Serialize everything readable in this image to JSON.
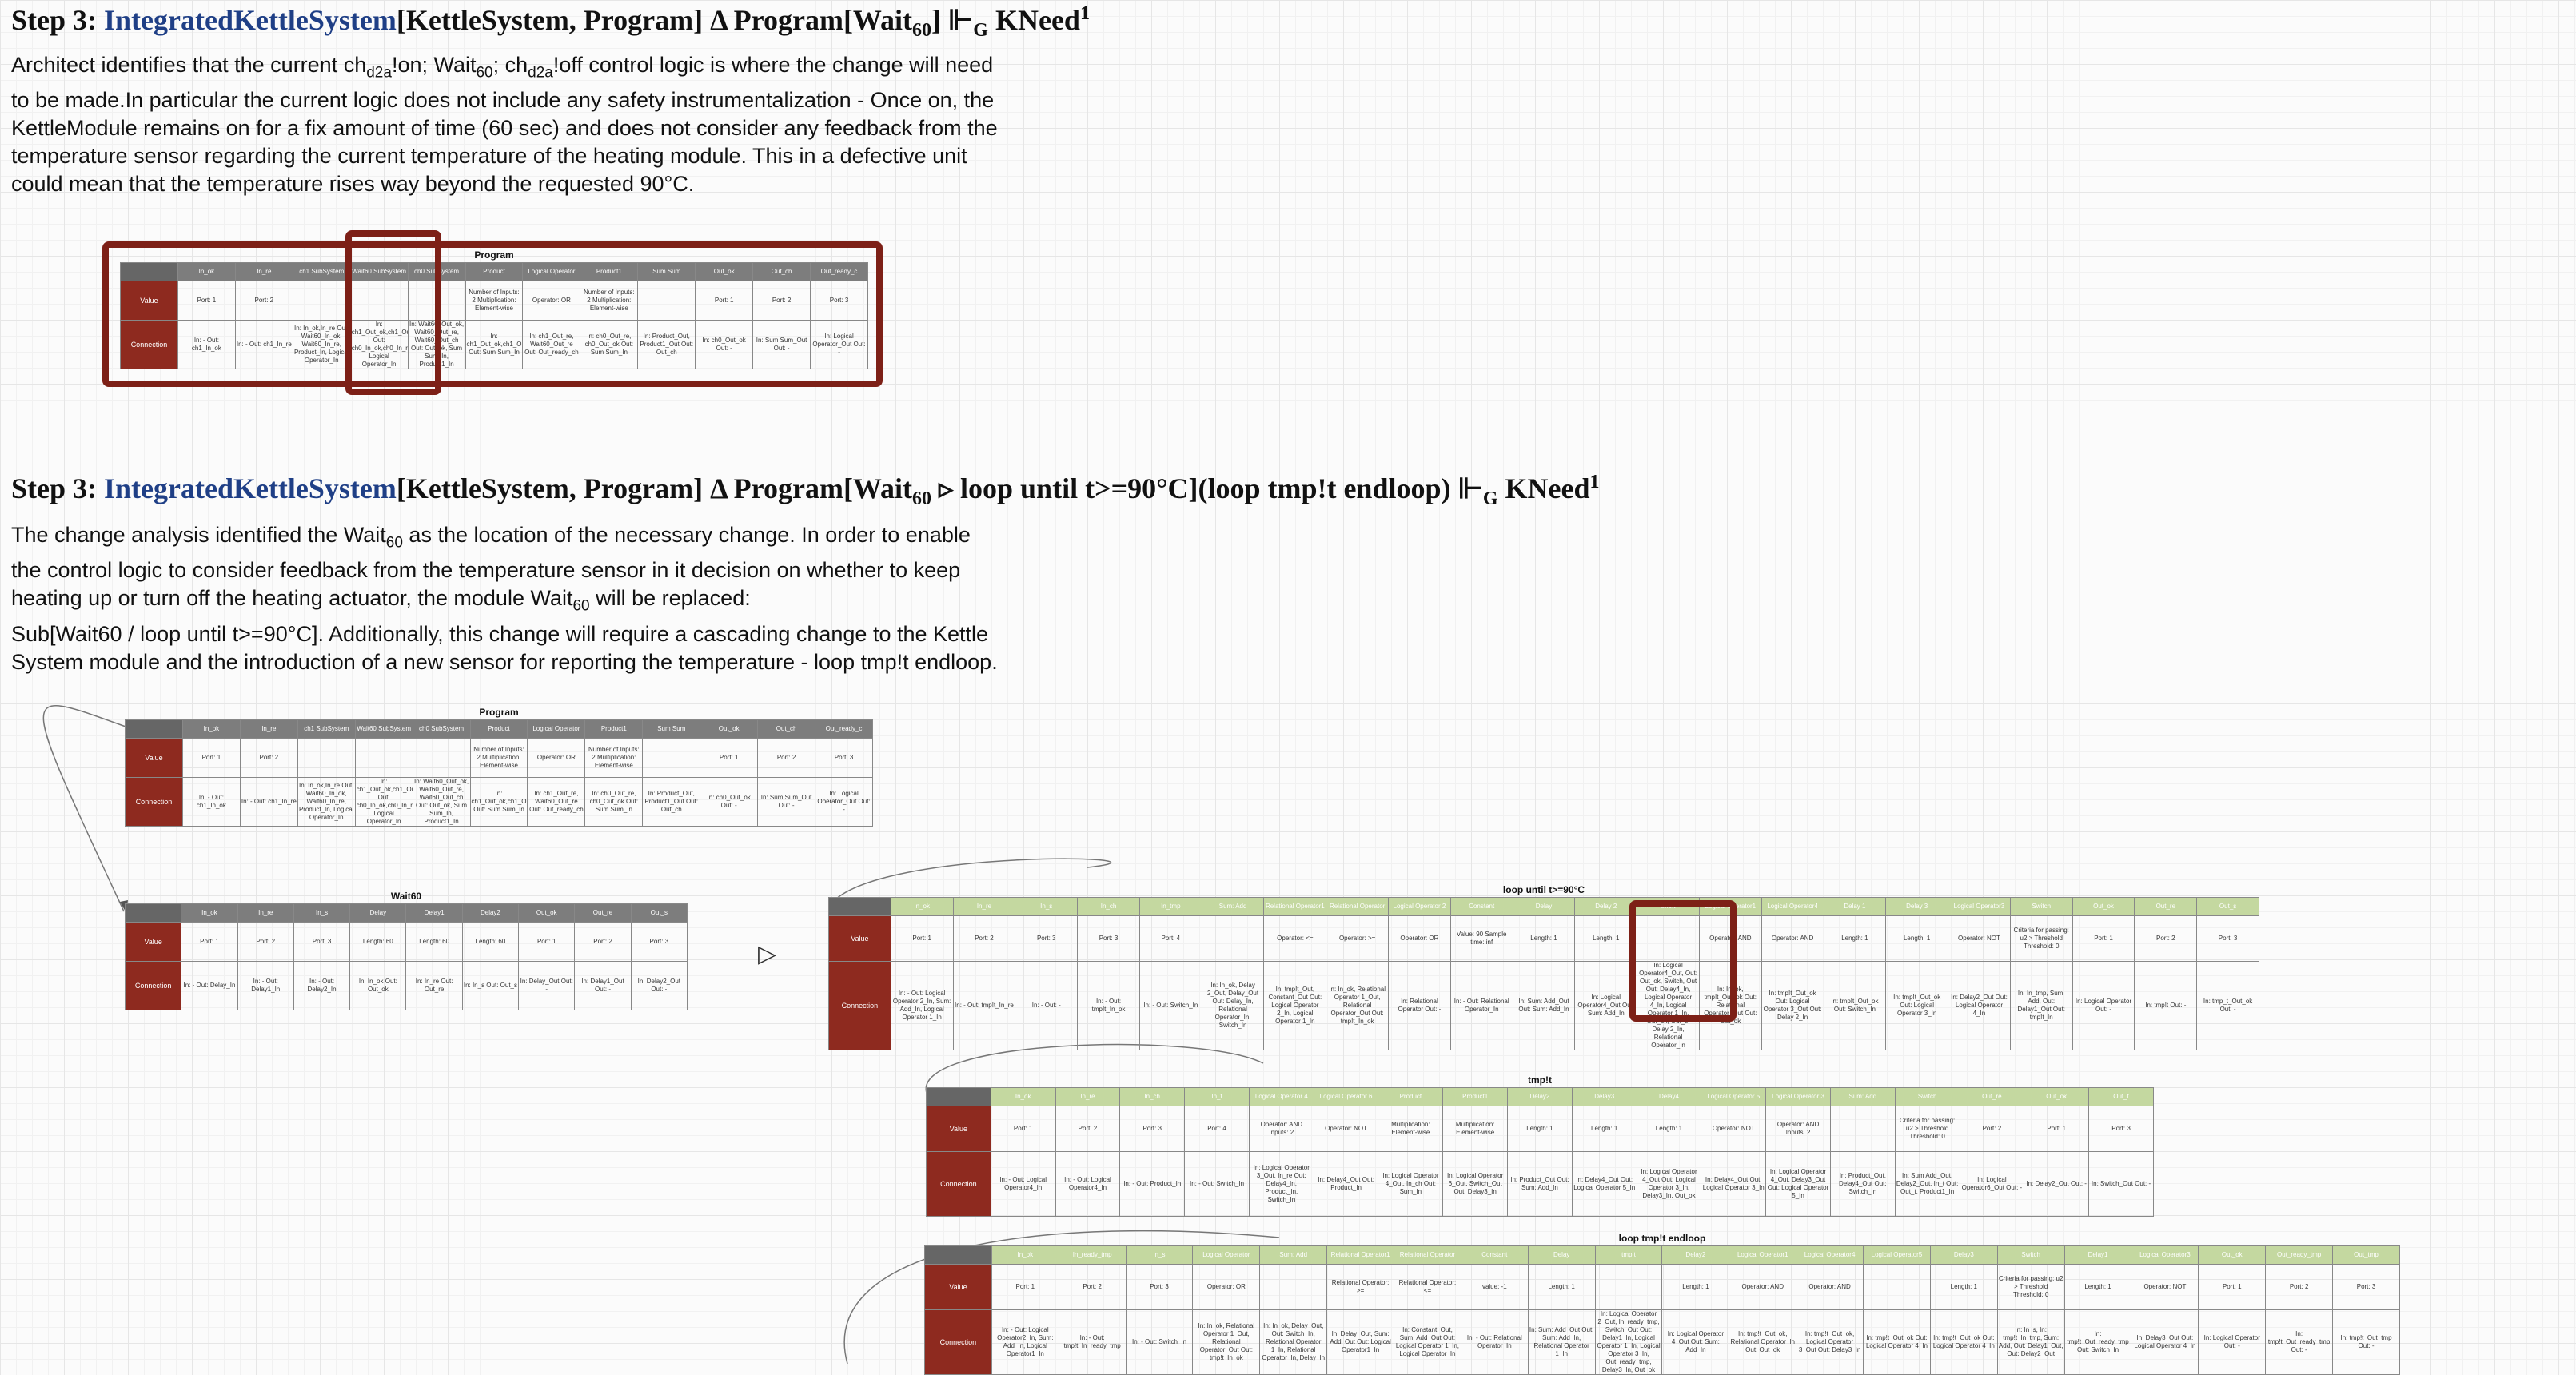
{
  "heading1": {
    "prefix": "Step 3: ",
    "system": "IntegratedKettleSystem",
    "args": "[KettleSystem, Program] Δ Program[Wait",
    "sub": "60",
    "rest": "] ⊩",
    "g": "G",
    "tail": " KNeed",
    "sup": "1"
  },
  "para1": {
    "l1a": "Architect identifies that the current ch",
    "s1": "d2a",
    "l1b": "!on; Wait",
    "s2": "60",
    "l1c": "; ch",
    "s3": "d2a",
    "l1d": "!off control logic is where the change will need",
    "l2": "to be made.In particular the current logic does not include any safety instrumentalization - Once on, the",
    "l3": "KettleModule remains on for a fix amount of time (60 sec) and does not consider any feedback from the",
    "l4": "temperature sensor regarding the current temperature of the heating module. This in a defective unit",
    "l5": "could mean that the temperature rises way beyond the requested 90°C."
  },
  "heading2": {
    "prefix": "Step 3: ",
    "system": "IntegratedKettleSystem",
    "args": "[KettleSystem, Program] Δ Program[Wait",
    "sub": "60",
    "rest": " ▹ loop until t>=90°C](loop tmp!t endloop) ⊩",
    "g": "G",
    "tail": " KNeed",
    "sup": "1"
  },
  "para2": {
    "l1a": "The change analysis identified the Wait",
    "s1": "60",
    "l1b": " as the location of the necessary change. In order to enable",
    "l2": "the control logic to consider feedback from the temperature sensor in it decision on whether to keep",
    "l3a": "heating up or turn off the heating actuator,  the module Wait",
    "s3": "60",
    "l3b": "  will be replaced:",
    "l4": "Sub[Wait60 / loop until t>=90°C]. Additionally, this change will require a cascading change to the Kettle",
    "l5": "System module and the introduction of a new sensor for reporting the temperature - loop tmp!t endloop."
  },
  "arrow_glyph": "▷",
  "tables": {
    "program1": {
      "title": "Program",
      "rows": [
        "Value",
        "Connection"
      ],
      "cols": [
        "In_ok",
        "In_re",
        "ch1 SubSystem",
        "Wait60 SubSystem",
        "ch0 SubSystem",
        "Product",
        "Logical Operator",
        "Product1",
        "Sum Sum",
        "Out_ok",
        "Out_ch",
        "Out_ready_c"
      ],
      "values": [
        "Port: 1",
        "Port: 2",
        "",
        "",
        "",
        "Number of Inputs: 2 Multiplication: Element-wise",
        "Operator: OR",
        "Number of Inputs: 2 Multiplication: Element-wise",
        "",
        "Port: 1",
        "Port: 2",
        "Port: 3"
      ],
      "conns": [
        "In: - Out: ch1_In_ok",
        "In: - Out: ch1_In_re",
        "In: In_ok,In_re Out: Wait60_In_ok, Wait60_In_re, Product_In, Logical Operator_In",
        "In: ch1_Out_ok,ch1_Out_re,ch1_Out Out: ch0_In_ok,ch0_In_re,ch0_Out_ch, Logical Operator_In",
        "In: Wait60_Out_ok, Wait60_Out_re, Wait60_Out_ch Out: Out_ok, Sum Sum_In, Product1_In",
        "In: ch1_Out_ok,ch1_Out_ch Out: Sum Sum_In",
        "In: ch1_Out_re, Wait60_Out_re Out: Out_ready_ch",
        "In: ch0_Out_re, ch0_Out_ok Out: Sum Sum_In",
        "In: Product_Out, Product1_Out Out: Out_ch",
        "In: ch0_Out_ok Out: -",
        "In: Sum Sum_Out Out: -",
        "In: Logical Operator_Out Out: -"
      ]
    },
    "program2": {
      "title": "Program",
      "rows": [
        "Value",
        "Connection"
      ],
      "cols": [
        "In_ok",
        "In_re",
        "ch1 SubSystem",
        "Wait60 SubSystem",
        "ch0 SubSystem",
        "Product",
        "Logical Operator",
        "Product1",
        "Sum Sum",
        "Out_ok",
        "Out_ch",
        "Out_ready_c"
      ],
      "values": [
        "Port: 1",
        "Port: 2",
        "",
        "",
        "",
        "Number of Inputs: 2 Multiplication: Element-wise",
        "Operator: OR",
        "Number of Inputs: 2 Multiplication: Element-wise",
        "",
        "Port: 1",
        "Port: 2",
        "Port: 3"
      ],
      "conns": [
        "In: - Out: ch1_In_ok",
        "In: - Out: ch1_In_re",
        "In: In_ok,In_re Out: Wait60_In_ok, Wait60_In_re, Product_In, Logical Operator_In",
        "In: ch1_Out_ok,ch1_Out_re,ch1_Out Out: ch0_In_ok,ch0_In_re,ch0_Out_ch, Logical Operator_In",
        "In: Wait60_Out_ok, Wait60_Out_re, Wait60_Out_ch Out: Out_ok, Sum Sum_In, Product1_In",
        "In: ch1_Out_ok,ch1_Out_ch Out: Sum Sum_In",
        "In: ch1_Out_re, Wait60_Out_re Out: Out_ready_ch",
        "In: ch0_Out_re, ch0_Out_ok Out: Sum Sum_In",
        "In: Product_Out, Product1_Out Out: Out_ch",
        "In: ch0_Out_ok Out: -",
        "In: Sum Sum_Out Out: -",
        "In: Logical Operator_Out Out: -"
      ]
    },
    "wait60": {
      "title": "Wait60",
      "rows": [
        "Value",
        "Connection"
      ],
      "cols": [
        "In_ok",
        "In_re",
        "In_s",
        "Delay",
        "Delay1",
        "Delay2",
        "Out_ok",
        "Out_re",
        "Out_s"
      ],
      "values": [
        "Port: 1",
        "Port: 2",
        "Port: 3",
        "Length: 60",
        "Length: 60",
        "Length: 60",
        "Port: 1",
        "Port: 2",
        "Port: 3"
      ],
      "conns": [
        "In: - Out: Delay_In",
        "In: - Out: Delay1_In",
        "In: - Out: Delay2_In",
        "In: In_ok Out: Out_ok",
        "In: In_re Out: Out_re",
        "In: In_s Out: Out_s",
        "In: Delay_Out Out: -",
        "In: Delay1_Out Out: -",
        "In: Delay2_Out Out: -"
      ]
    },
    "loop": {
      "title": "loop until t>=90°C",
      "rows": [
        "Value",
        "Connection"
      ],
      "cols": [
        "In_ok",
        "In_re",
        "In_s",
        "In_ch",
        "In_tmp",
        "Sum: Add",
        "Relational Operator1",
        "Relational Operator",
        "Logical Operator 2",
        "Constant",
        "Delay",
        "Delay 2",
        "tmp!t",
        "Logical Operator1",
        "Logical Operator4",
        "Delay 1",
        "Delay 3",
        "Logical Operator3",
        "Switch",
        "Out_ok",
        "Out_re",
        "Out_s"
      ],
      "values": [
        "Port: 1",
        "Port: 2",
        "Port: 3",
        "Port: 3",
        "Port: 4",
        "",
        "Operator: <=",
        "Operator: >=",
        "Operator: OR",
        "Value: 90 Sample time: inf",
        "Length: 1",
        "Length: 1",
        "",
        "Operator: AND",
        "Operator: AND",
        "Length: 1",
        "Length: 1",
        "Operator: NOT",
        "Criteria for passing: u2 > Threshold Threshold: 0",
        "Port: 1",
        "Port: 2",
        "Port: 3"
      ],
      "conns": [
        "In: - Out: Logical Operator 2_In, Sum: Add_In, Logical Operator 1_In",
        "In: - Out: tmp!t_In_re",
        "In: - Out: -",
        "In: - Out: tmp!t_In_ok",
        "In: - Out: Switch_In",
        "In: In_ok, Delay 2_Out, Delay_Out Out: Delay_In, Relational Operator_In, Switch_In",
        "In: tmp!t_Out, Constant_Out Out: Logical Operator 2_In, Logical Operator 1_In",
        "In: In_ok, Relational Operator 1_Out, Relational Operator_Out Out: tmp!t_In_ok",
        "In: Relational Operator Out: -",
        "In: - Out: Relational Operator_In",
        "In: Sum: Add_Out Out: Sum: Add_In",
        "In: Logical Operator4_Out Out: Sum: Add_In",
        "In: Logical Operator4_Out, Out: Out_ok, Switch, Out Out: Delay4_In, Logical Operator 4_In, Logical Operator 1_In, Out_ok, Out_s, Delay 2_In, Relational Operator_In",
        "In: In_ok, tmp!t_Out_ok Out: Relational Operator_Out Out: Out_ok",
        "In: tmp!t_Out_ok Out: Logical Operator 3_Out Out: Delay 2_In",
        "In: tmp!t_Out_ok Out: Switch_In",
        "In: tmp!t_Out_ok Out: Logical Operator 3_In",
        "In: Delay2_Out Out: Logical Operator 4_In",
        "In: In_tmp, Sum: Add, Out: Delay1_Out Out: tmp!t_In",
        "In: Logical Operator Out: -",
        "In: tmp!t Out: -",
        "In: tmp_t_Out_ok Out: -"
      ]
    },
    "tmp": {
      "title": "tmp!t",
      "rows": [
        "Value",
        "Connection"
      ],
      "cols": [
        "In_ok",
        "In_re",
        "In_ch",
        "In_t",
        "Logical Operator 4",
        "Logical Operator 6",
        "Product",
        "Product1",
        "Delay2",
        "Delay3",
        "Delay4",
        "Logical Operator 5",
        "Logical Operator 3",
        "Sum: Add",
        "Switch",
        "Out_re",
        "Out_ok",
        "Out_t"
      ],
      "values": [
        "Port: 1",
        "Port: 2",
        "Port: 3",
        "Port: 4",
        "Operator: AND Inputs: 2",
        "Operator: NOT",
        "Multiplication: Element-wise",
        "Multiplication: Element-wise",
        "Length: 1",
        "Length: 1",
        "Length: 1",
        "Operator: NOT",
        "Operator: AND Inputs: 2",
        "",
        "Criteria for passing: u2 > Threshold Threshold: 0",
        "Port: 2",
        "Port: 1",
        "Port: 3"
      ],
      "conns": [
        "In: - Out: Logical Operator4_In",
        "In: - Out: Logical Operator4_In",
        "In: - Out: Product_In",
        "In: - Out: Switch_In",
        "In: Logical Operator 3_Out, In_re Out: Delay4_In, Product_In, Switch_In",
        "In: Delay4_Out Out: Product_In",
        "In: Logical Operator 4_Out, In_ch Out: Sum_In",
        "In: Logical Operator 6_Out, Switch_Out Out: Delay3_In",
        "In: Product_Out Out: Sum: Add_In",
        "In: Delay4_Out Out: Logical Operator 5_In",
        "In: Logical Operator 4_Out Out: Logical Operator 3_In, Delay3_In, Out_ok",
        "In: Delay4_Out Out: Logical Operator 3_In",
        "In: Logical Operator 4_Out, Delay3_Out Out: Logical Operator 5_In",
        "In: Product_Out, Delay4_Out Out: Switch_In",
        "In: Sum Add_Out, Delay2_Out, In_t Out: Out_t, Product1_In",
        "In: Logical Operator6_Out Out: -",
        "In: Delay2_Out Out: -",
        "In: Switch_Out Out: -"
      ]
    },
    "looptmp": {
      "title": "loop tmp!t endloop",
      "rows": [
        "Value",
        "Connection"
      ],
      "cols": [
        "In_ok",
        "In_ready_tmp",
        "In_s",
        "Logical Operator",
        "Sum: Add",
        "Relational Operator1",
        "Relational Operator",
        "Constant",
        "Delay",
        "tmp!t",
        "Delay2",
        "Logical Operator1",
        "Logical Operator4",
        "Logical Operator5",
        "Delay3",
        "Switch",
        "Delay1",
        "Logical Operator3",
        "Out_ok",
        "Out_ready_tmp",
        "Out_tmp"
      ],
      "values": [
        "Port: 1",
        "Port: 2",
        "Port: 3",
        "Operator: OR",
        "",
        "Relational Operator: >=",
        "Relational Operator: <=",
        "value: -1",
        "Length: 1",
        "",
        "Length: 1",
        "Operator: AND",
        "Operator: AND",
        "",
        "Length: 1",
        "Criteria for passing: u2 > Threshold Threshold: 0",
        "Length: 1",
        "Operator: NOT",
        "Port: 1",
        "Port: 2",
        "Port: 3"
      ],
      "conns": [
        "In: - Out: Logical Operator2_In, Sum: Add_In, Logical Operator1_In",
        "In: - Out: tmp!t_In_ready_tmp",
        "In: - Out: Switch_In",
        "In: In_ok, Relational Operator 1_Out, Relational Operator_Out Out: tmp!t_In_ok",
        "In: In_ok, Delay_Out, Out: Switch_In, Relational Operator 1_In, Relational Operator_In, Delay_In",
        "In: Delay_Out, Sum: Add_Out Out: Logical Operator1_In",
        "In: Constant_Out, Sum: Add_Out Out: Logical Operator 1_In, Logical Operator_In",
        "In: - Out: Relational Operator_In",
        "In: Sum: Add_Out Out: Sum: Add_In, Relational Operator 1_In",
        "In: Logical Operator 2_Out, In_ready_tmp, Switch_Out Out: Delay1_In, Logical Operator 1_In, Logical Operator 3_In, Out_ready_tmp, Delay3_In, Out_ok",
        "In: Logical Operator 4_Out Out: Sum: Add_In",
        "In: tmp!t_Out_ok, Relational Operator_In Out: Out_ok",
        "In: tmp!t_Out_ok, Logical Operator 3_Out Out: Delay3_In",
        "In: tmp!t_Out_ok Out: Logical Operator 4_In",
        "In: tmp!t_Out_ok Out: Logical Operator 4_In",
        "In: In_s, In: tmp!t_In_tmp, Sum: Add, Out: Delay1_Out, Out: Delay2_Out",
        "In: tmp!t_Out_ready_tmp Out: Switch_In",
        "In: Delay3_Out Out: Logical Operator 4_In",
        "In: Logical Operator Out: -",
        "In: tmp!t_Out_ready_tmp Out: -",
        "In: tmp!t_Out_tmp Out: -"
      ]
    }
  }
}
